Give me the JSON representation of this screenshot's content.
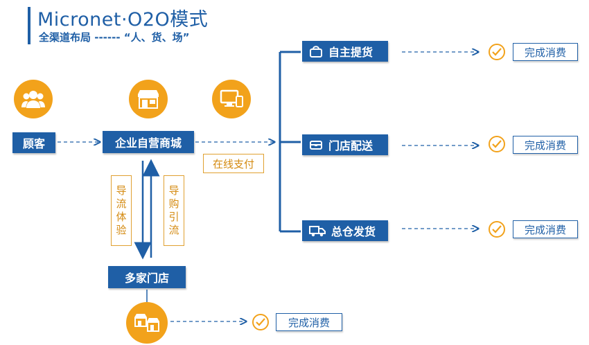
{
  "header": {
    "title": "Micronet·O2O模式",
    "subtitle": "全渠道布局  ------ “人、货、场”"
  },
  "nodes": {
    "customer": "顾客",
    "mall": "企业自营商城",
    "stores": "多家门店",
    "online_pay": "在线支付",
    "guide_experience": [
      "导",
      "流",
      "体",
      "验"
    ],
    "guide_purchase": [
      "导",
      "购",
      "引",
      "流"
    ]
  },
  "channels": [
    {
      "label": "自主提货",
      "icon": "shopping-bag-icon",
      "result": "完成消费"
    },
    {
      "label": "门店配送",
      "icon": "delivery-box-icon",
      "result": "完成消费"
    },
    {
      "label": "总仓发货",
      "icon": "truck-icon",
      "result": "完成消费"
    }
  ],
  "store_result": "完成消费",
  "colors": {
    "primary_blue": "#1f5fa6",
    "accent_orange": "#f2a21b",
    "gold_text": "#d48a10"
  }
}
